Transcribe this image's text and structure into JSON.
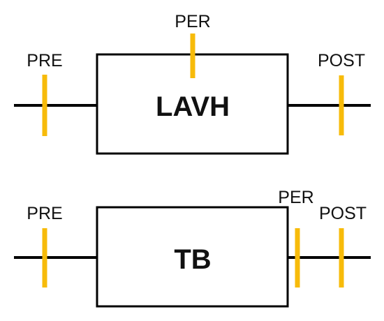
{
  "colors": {
    "line": "#000000",
    "marker": "#f7bb0a",
    "text": "#111111",
    "background": "#ffffff"
  },
  "diagrams": [
    {
      "box_label": "LAVH",
      "markers": [
        {
          "label": "PRE"
        },
        {
          "label": "PER"
        },
        {
          "label": "POST"
        }
      ]
    },
    {
      "box_label": "TB",
      "markers": [
        {
          "label": "PRE"
        },
        {
          "label": "PER"
        },
        {
          "label": "POST"
        }
      ]
    }
  ]
}
